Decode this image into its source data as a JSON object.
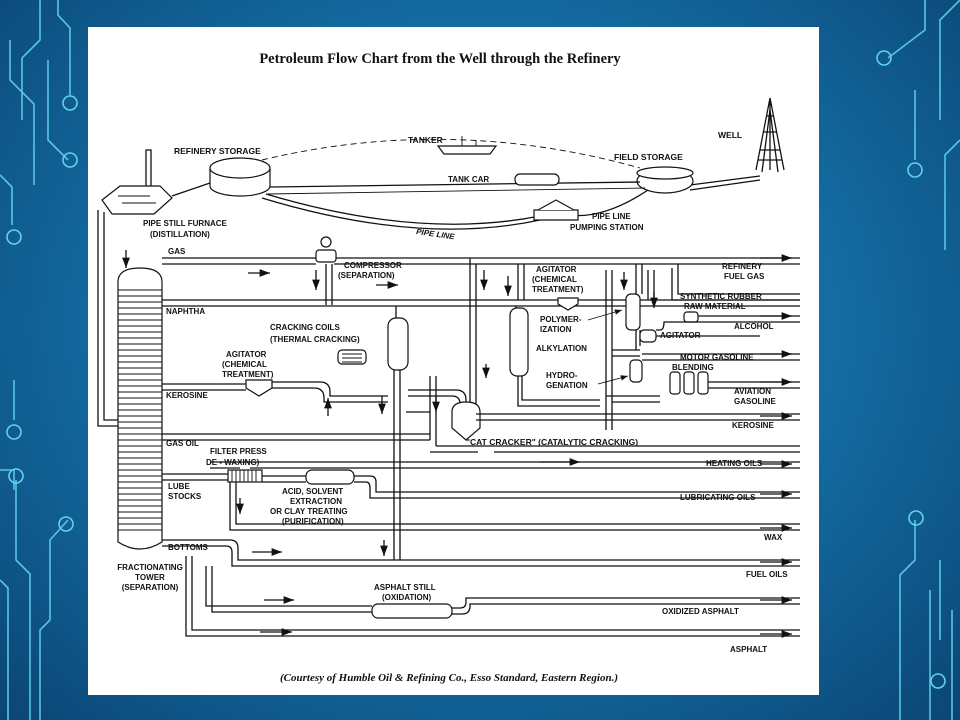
{
  "diagram": {
    "title": "Petroleum Flow Chart from the Well through the Refinery",
    "footer": "(Courtesy of Humble Oil & Refining Co., Esso Standard, Eastern Region.)",
    "labels": {
      "well": "WELL",
      "tanker": "TANKER",
      "refinery_storage": "REFINERY STORAGE",
      "field_storage": "FIELD STORAGE",
      "tank_car": "TANK CAR",
      "pipe_still_1": "PIPE STILL FURNACE",
      "pipe_still_2": "(DISTILLATION)",
      "pipe_line": "PIPE LINE",
      "pumping_1": "PIPE LINE",
      "pumping_2": "PUMPING STATION",
      "gas": "GAS",
      "compressor_1": "COMPRESSOR",
      "compressor_2": "(SEPARATION)",
      "naphtha": "NAPHTHA",
      "cracking_coils_1": "CRACKING COILS",
      "cracking_coils_2": "(THERMAL CRACKING)",
      "agitator_left_1": "AGITATOR",
      "agitator_left_2": "(CHEMICAL",
      "agitator_left_3": "TREATMENT)",
      "agitator_mid_1": "AGITATOR",
      "agitator_mid_2": "(CHEMICAL",
      "agitator_mid_3": "TREATMENT)",
      "polymerization_1": "POLYMER-",
      "polymerization_2": "IZATION",
      "alkylation": "ALKYLATION",
      "hydrogenation_1": "HYDRO-",
      "hydrogenation_2": "GENATION",
      "synthetic_rubber_1": "SYNTHETIC RUBBER",
      "synthetic_rubber_2": "RAW MATERIAL",
      "agitator_right": "AGITATOR",
      "blending": "BLENDING",
      "kerosine_left": "KEROSINE",
      "cat_cracker": "\"CAT CRACKER\" (CATALYTIC CRACKING)",
      "gas_oil": "GAS OIL",
      "filter_press_1": "FILTER PRESS",
      "filter_press_2": "DE - WAXING)",
      "lube_stocks_1": "LUBE",
      "lube_stocks_2": "STOCKS",
      "acid_1": "ACID, SOLVENT",
      "acid_2": "EXTRACTION",
      "acid_3": "OR CLAY TREATING",
      "acid_4": "(PURIFICATION)",
      "bottoms": "BOTTOMS",
      "tower_1": "FRACTIONATING",
      "tower_2": "TOWER",
      "tower_3": "(SEPARATION)",
      "asphalt_still_1": "ASPHALT STILL",
      "asphalt_still_2": "(OXIDATION)"
    },
    "products": {
      "refinery_fuel_gas_1": "REFINERY",
      "refinery_fuel_gas_2": "FUEL GAS",
      "alcohol": "ALCOHOL",
      "motor_gasoline": "MOTOR GASOLINE",
      "aviation_gasoline_1": "AVIATION",
      "aviation_gasoline_2": "GASOLINE",
      "kerosine": "KEROSINE",
      "heating_oils": "HEATING OILS",
      "lubricating_oils": "LUBRICATING OILS",
      "wax": "WAX",
      "fuel_oils": "FUEL OILS",
      "oxidized_asphalt": "OXIDIZED ASPHALT",
      "asphalt": "ASPHALT"
    }
  }
}
